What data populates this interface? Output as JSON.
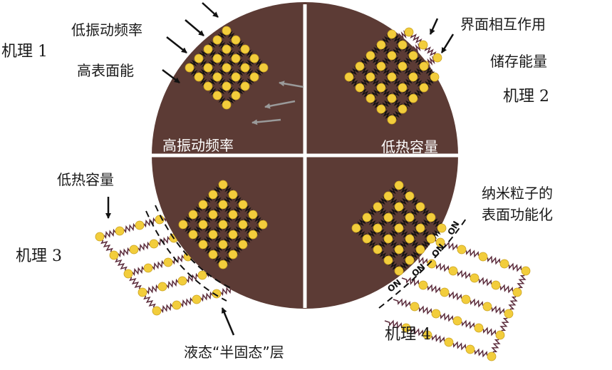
{
  "colors": {
    "disk": "#5c3b35",
    "divider": "#ffffff",
    "atom": "#f2cd3c",
    "atom_stroke": "#c9a11f",
    "bond": "#111111",
    "chain_bond": "#5a2a3a",
    "arrow_black": "#111111",
    "arrow_gray": "#9a9a9a"
  },
  "mechanisms": {
    "m1": "机理 1",
    "m2": "机理 2",
    "m3": "机理 3",
    "m4": "机理 4"
  },
  "labels": {
    "low_vibration_freq": "低振动频率",
    "high_surface_energy": "高表面能",
    "high_vibration_freq": "高振动频率",
    "interface_interaction": "界面相互作用",
    "stored_energy": "储存能量",
    "low_heat_capacity_q2": "低热容量",
    "low_heat_capacity_q3": "低热容量",
    "liquid_semisolid_layer": "液态“半固态”层",
    "nanoparticle_functionalization_line1": "纳米粒子的",
    "nanoparticle_functionalization_line2": "表面功能化",
    "on_tag": "ON"
  }
}
